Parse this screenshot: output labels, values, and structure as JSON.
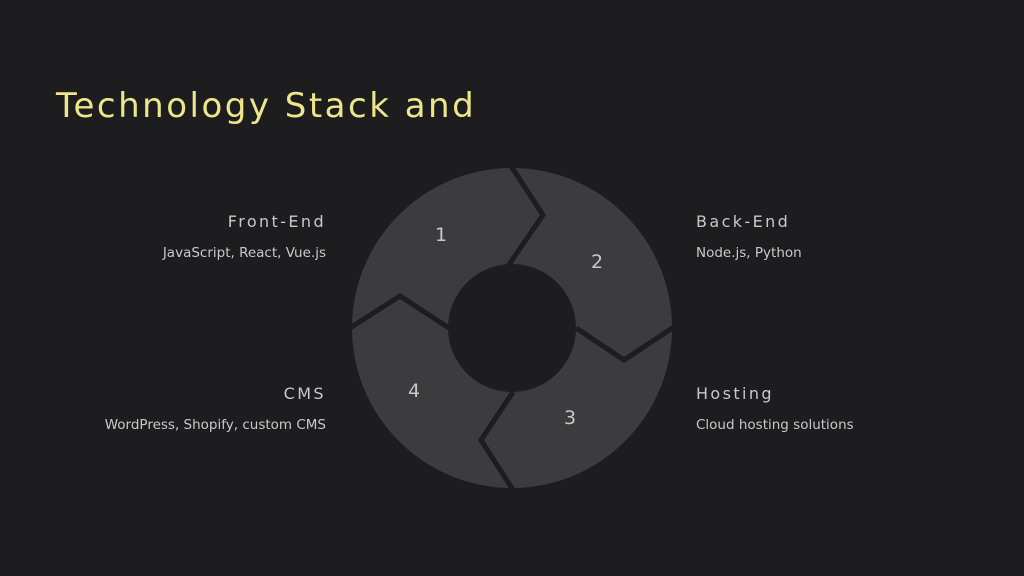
{
  "slide": {
    "title": "Technology Stack and"
  },
  "cycle": {
    "segments": [
      {
        "number": "1",
        "title": "Front-End",
        "description": "JavaScript, React, Vue.js"
      },
      {
        "number": "2",
        "title": "Back-End",
        "description": "Node.js, Python"
      },
      {
        "number": "3",
        "title": "Hosting",
        "description": "Cloud hosting solutions"
      },
      {
        "number": "4",
        "title": "CMS",
        "description": "WordPress, Shopify, custom CMS"
      }
    ],
    "colors": {
      "background": "#1d1d1f",
      "segment_fill": "#3c3c3e",
      "title_color": "#ede68a",
      "text_color": "#c9c9c9"
    }
  }
}
